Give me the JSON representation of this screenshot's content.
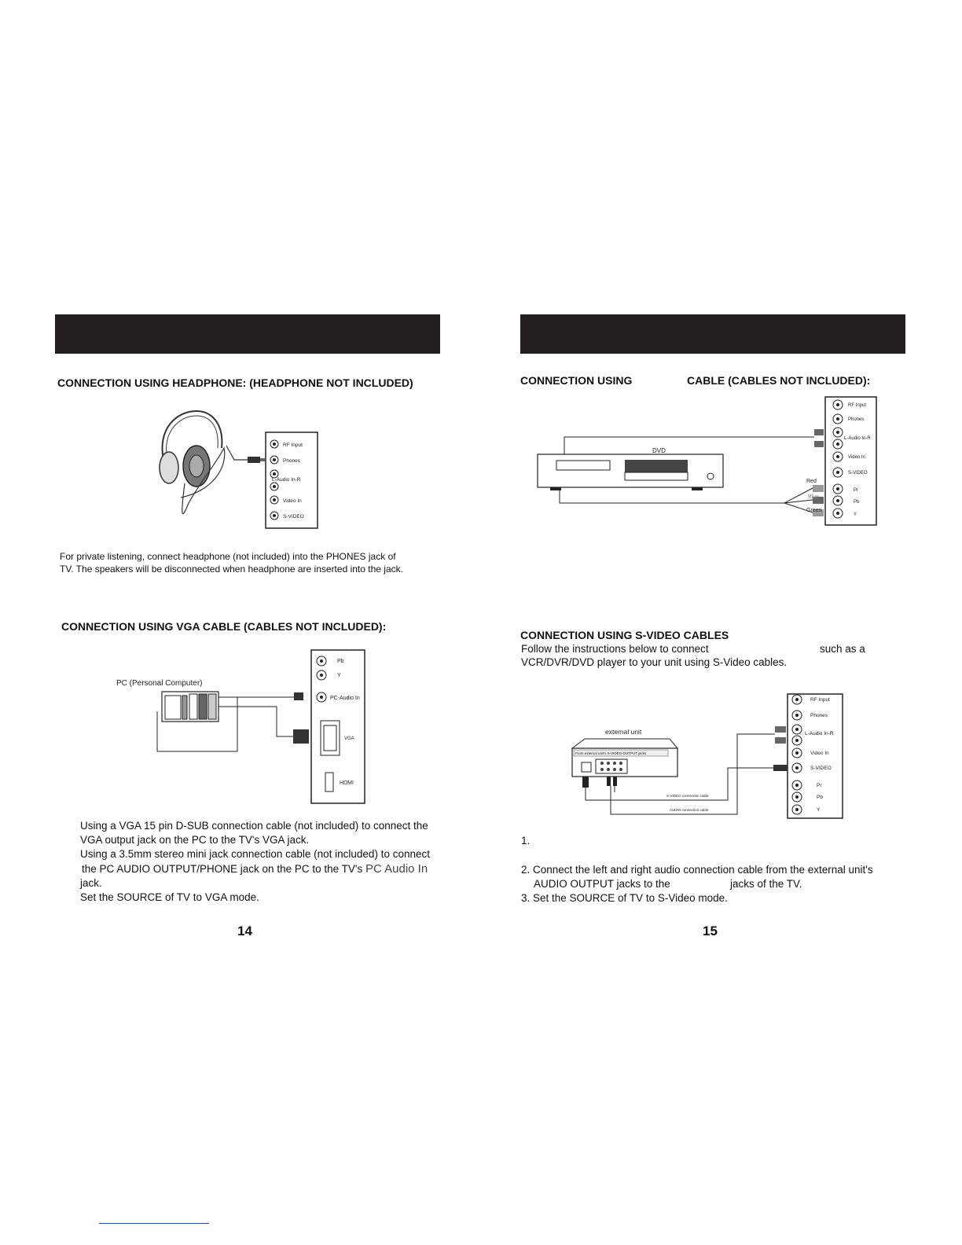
{
  "left": {
    "headphone_heading": "CONNECTION USING HEADPHONE: (HEADPHONE NOT INCLUDED)",
    "headphone_panel": [
      "RF Input",
      "Phones",
      "L-Audio In-R",
      "Video In",
      "S-VIDEO"
    ],
    "headphone_text": [
      "For private listening, connect headphone (not included) into the PHONES jack of",
      "TV. The speakers will be disconnected when headphone are inserted into the jack."
    ],
    "vga_heading": "CONNECTION USING VGA CABLE (CABLES NOT INCLUDED):",
    "vga_labels": {
      "pc": "PC (Personal Computer)",
      "pb": "Pb",
      "y": "Y",
      "pc_audio_in": "PC-Audio In",
      "vga": "VGA",
      "hdmi": "HDMI"
    },
    "vga_steps": [
      "Using a VGA 15 pin D-SUB connection cable (not included) to connect the",
      "VGA output jack on the PC to the TV's VGA jack.",
      "Using a 3.5mm stereo mini jack connection cable (not included) to connect",
      "the PC AUDIO OUTPUT/PHONE jack on the PC to the TV's ",
      "PC Audio In",
      "jack.",
      "Set the SOURCE of TV to VGA mode."
    ],
    "page_number": "14"
  },
  "right": {
    "component_heading_a": "CONNECTION USING",
    "component_heading_b": "CABLE (CABLES NOT INCLUDED):",
    "component_panel": [
      "RF Input",
      "Phones",
      "L-Audio In-R",
      "Video In",
      "S-VIDEO",
      "Pr",
      "Pb",
      "Y"
    ],
    "component_labels": {
      "dvd": "DVD",
      "red": "Red",
      "blue": "Blue",
      "green": "Green"
    },
    "svideo_heading": "CONNECTION USING S-VIDEO CABLES",
    "svideo_intro_a": "Follow the instructions below to connect",
    "svideo_intro_b": "such as a",
    "svideo_intro_c": "VCR/DVR/DVD player to your unit using S-Video cables.",
    "svideo_panel": [
      "RF Input",
      "Phones",
      "L-Audio In-R",
      "Video In",
      "S-VIDEO",
      "Pr",
      "Pb",
      "Y"
    ],
    "svideo_labels": {
      "external_unit": "external unit",
      "jacks_text": "From external unit's S-VIDEO OUTPUT jacks",
      "svideo_cable": "S-VIDEO connection cable",
      "audio_cable": "AUDIO connection cable"
    },
    "step1": "1.",
    "step2a": "2. Connect the left and right audio connection cable from the external unit's",
    "step2b_a": "AUDIO OUTPUT jacks to the",
    "step2b_b": "jacks of the TV.",
    "step3": "3. Set the SOURCE of TV to S-Video mode.",
    "page_number": "15"
  }
}
